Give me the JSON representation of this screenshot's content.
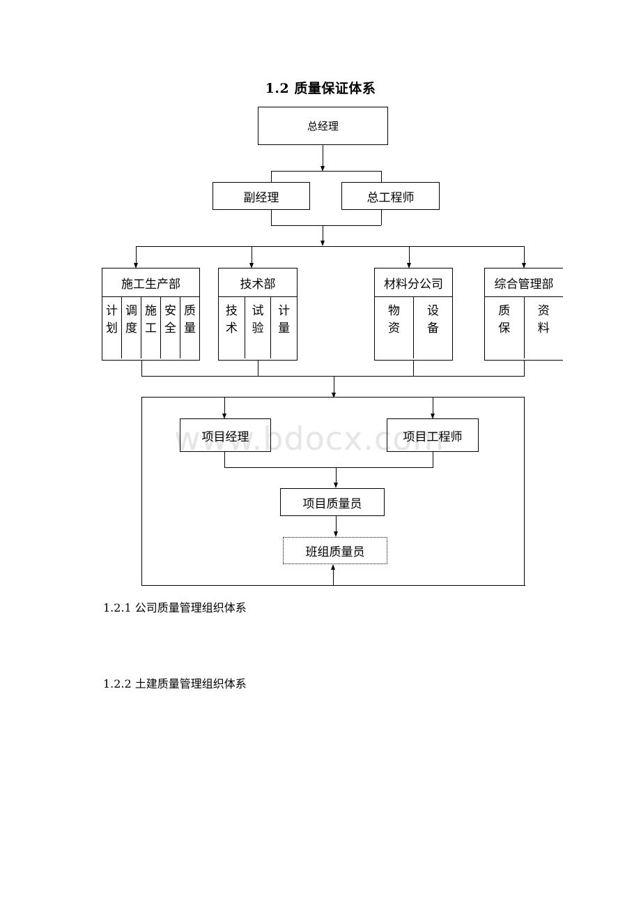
{
  "title": "1.2 质量保证体系",
  "watermark": "www.bdocx.com",
  "org": {
    "top": "总经理",
    "deputy": "副经理",
    "chief_engineer": "总工程师",
    "departments": [
      {
        "name": "施工生产部",
        "columns": [
          [
            "计",
            "划"
          ],
          [
            "调",
            "度"
          ],
          [
            "施",
            "工"
          ],
          [
            "安",
            "全"
          ],
          [
            "质",
            "量"
          ]
        ]
      },
      {
        "name": "技术部",
        "columns": [
          [
            "技",
            "术"
          ],
          [
            "试",
            "验"
          ],
          [
            "计",
            "量"
          ]
        ]
      },
      {
        "name": "材料分公司",
        "columns": [
          [
            "物",
            "资"
          ],
          [
            "设",
            "备"
          ]
        ]
      },
      {
        "name": "综合管理部",
        "columns": [
          [
            "质",
            "保"
          ],
          [
            "资",
            "料"
          ]
        ]
      }
    ],
    "project_manager": "项目经理",
    "project_engineer": "项目工程师",
    "project_quality": "项目质量员",
    "team_quality": "班组质量员"
  },
  "sections": {
    "s1": "1.2.1 公司质量管理组织体系",
    "s2": "1.2.2 土建质量管理组织体系"
  }
}
